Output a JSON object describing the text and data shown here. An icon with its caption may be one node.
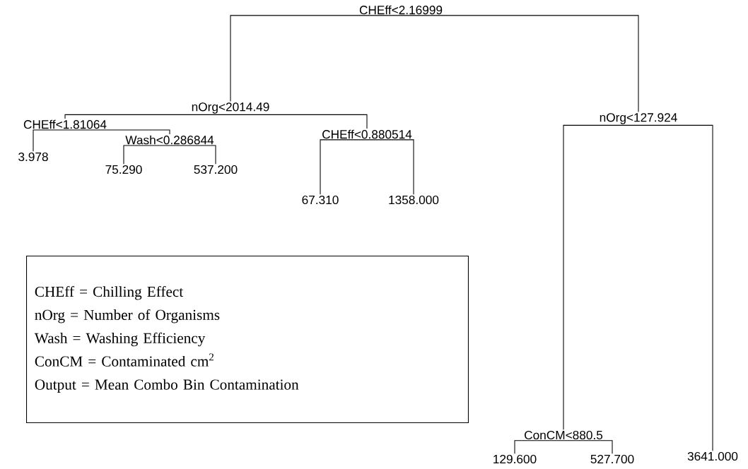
{
  "diagram": {
    "nodes": [
      {
        "text": [
          "CHEff<2.16999"
        ]
      },
      {
        "text": [
          "nOrg<2014.49"
        ]
      },
      {
        "text": [
          "CHEff<1.81064"
        ]
      },
      {
        "text": [
          "3.978"
        ]
      },
      {
        "text": [
          "Wash<0.286844"
        ]
      },
      {
        "text": [
          "75.290"
        ]
      },
      {
        "text": [
          "537.200"
        ]
      },
      {
        "text": [
          "CHEff<0.880514"
        ]
      },
      {
        "text": [
          "67.310"
        ]
      },
      {
        "text": [
          "1358.000"
        ]
      },
      {
        "text": [
          "nOrg<127.924"
        ]
      },
      {
        "text": [
          "ConCM<880.5"
        ]
      },
      {
        "text": [
          "129.600"
        ]
      },
      {
        "text": [
          "527.700"
        ]
      },
      {
        "text": [
          "3641.000"
        ]
      },
      {
        "text": [
          "CHEff = Chilling Effect",
          "nOrg = Number of Organisms",
          "Wash = Washing Efficiency",
          "ConCM = Contaminated cm$^{2}$",
          "Output = Mean Combo Bin Contamination"
        ]
      }
    ],
    "edges": [
      {
        "from": 0,
        "to": 1,
        "arrow": "none"
      },
      {
        "from": 0,
        "to": 10,
        "arrow": "none"
      },
      {
        "from": 1,
        "to": 2,
        "arrow": "none"
      },
      {
        "from": 1,
        "to": 7,
        "arrow": "none"
      },
      {
        "from": 2,
        "to": 3,
        "arrow": "none"
      },
      {
        "from": 2,
        "to": 4,
        "arrow": "none"
      },
      {
        "from": 4,
        "to": 5,
        "arrow": "none"
      },
      {
        "from": 4,
        "to": 6,
        "arrow": "none"
      },
      {
        "from": 7,
        "to": 8,
        "arrow": "none"
      },
      {
        "from": 7,
        "to": 9,
        "arrow": "none"
      },
      {
        "from": 10,
        "to": 11,
        "arrow": "none"
      },
      {
        "from": 10,
        "to": 14,
        "arrow": "none"
      },
      {
        "from": 11,
        "to": 12,
        "arrow": "none"
      },
      {
        "from": 11,
        "to": 13,
        "arrow": "none"
      }
    ]
  }
}
